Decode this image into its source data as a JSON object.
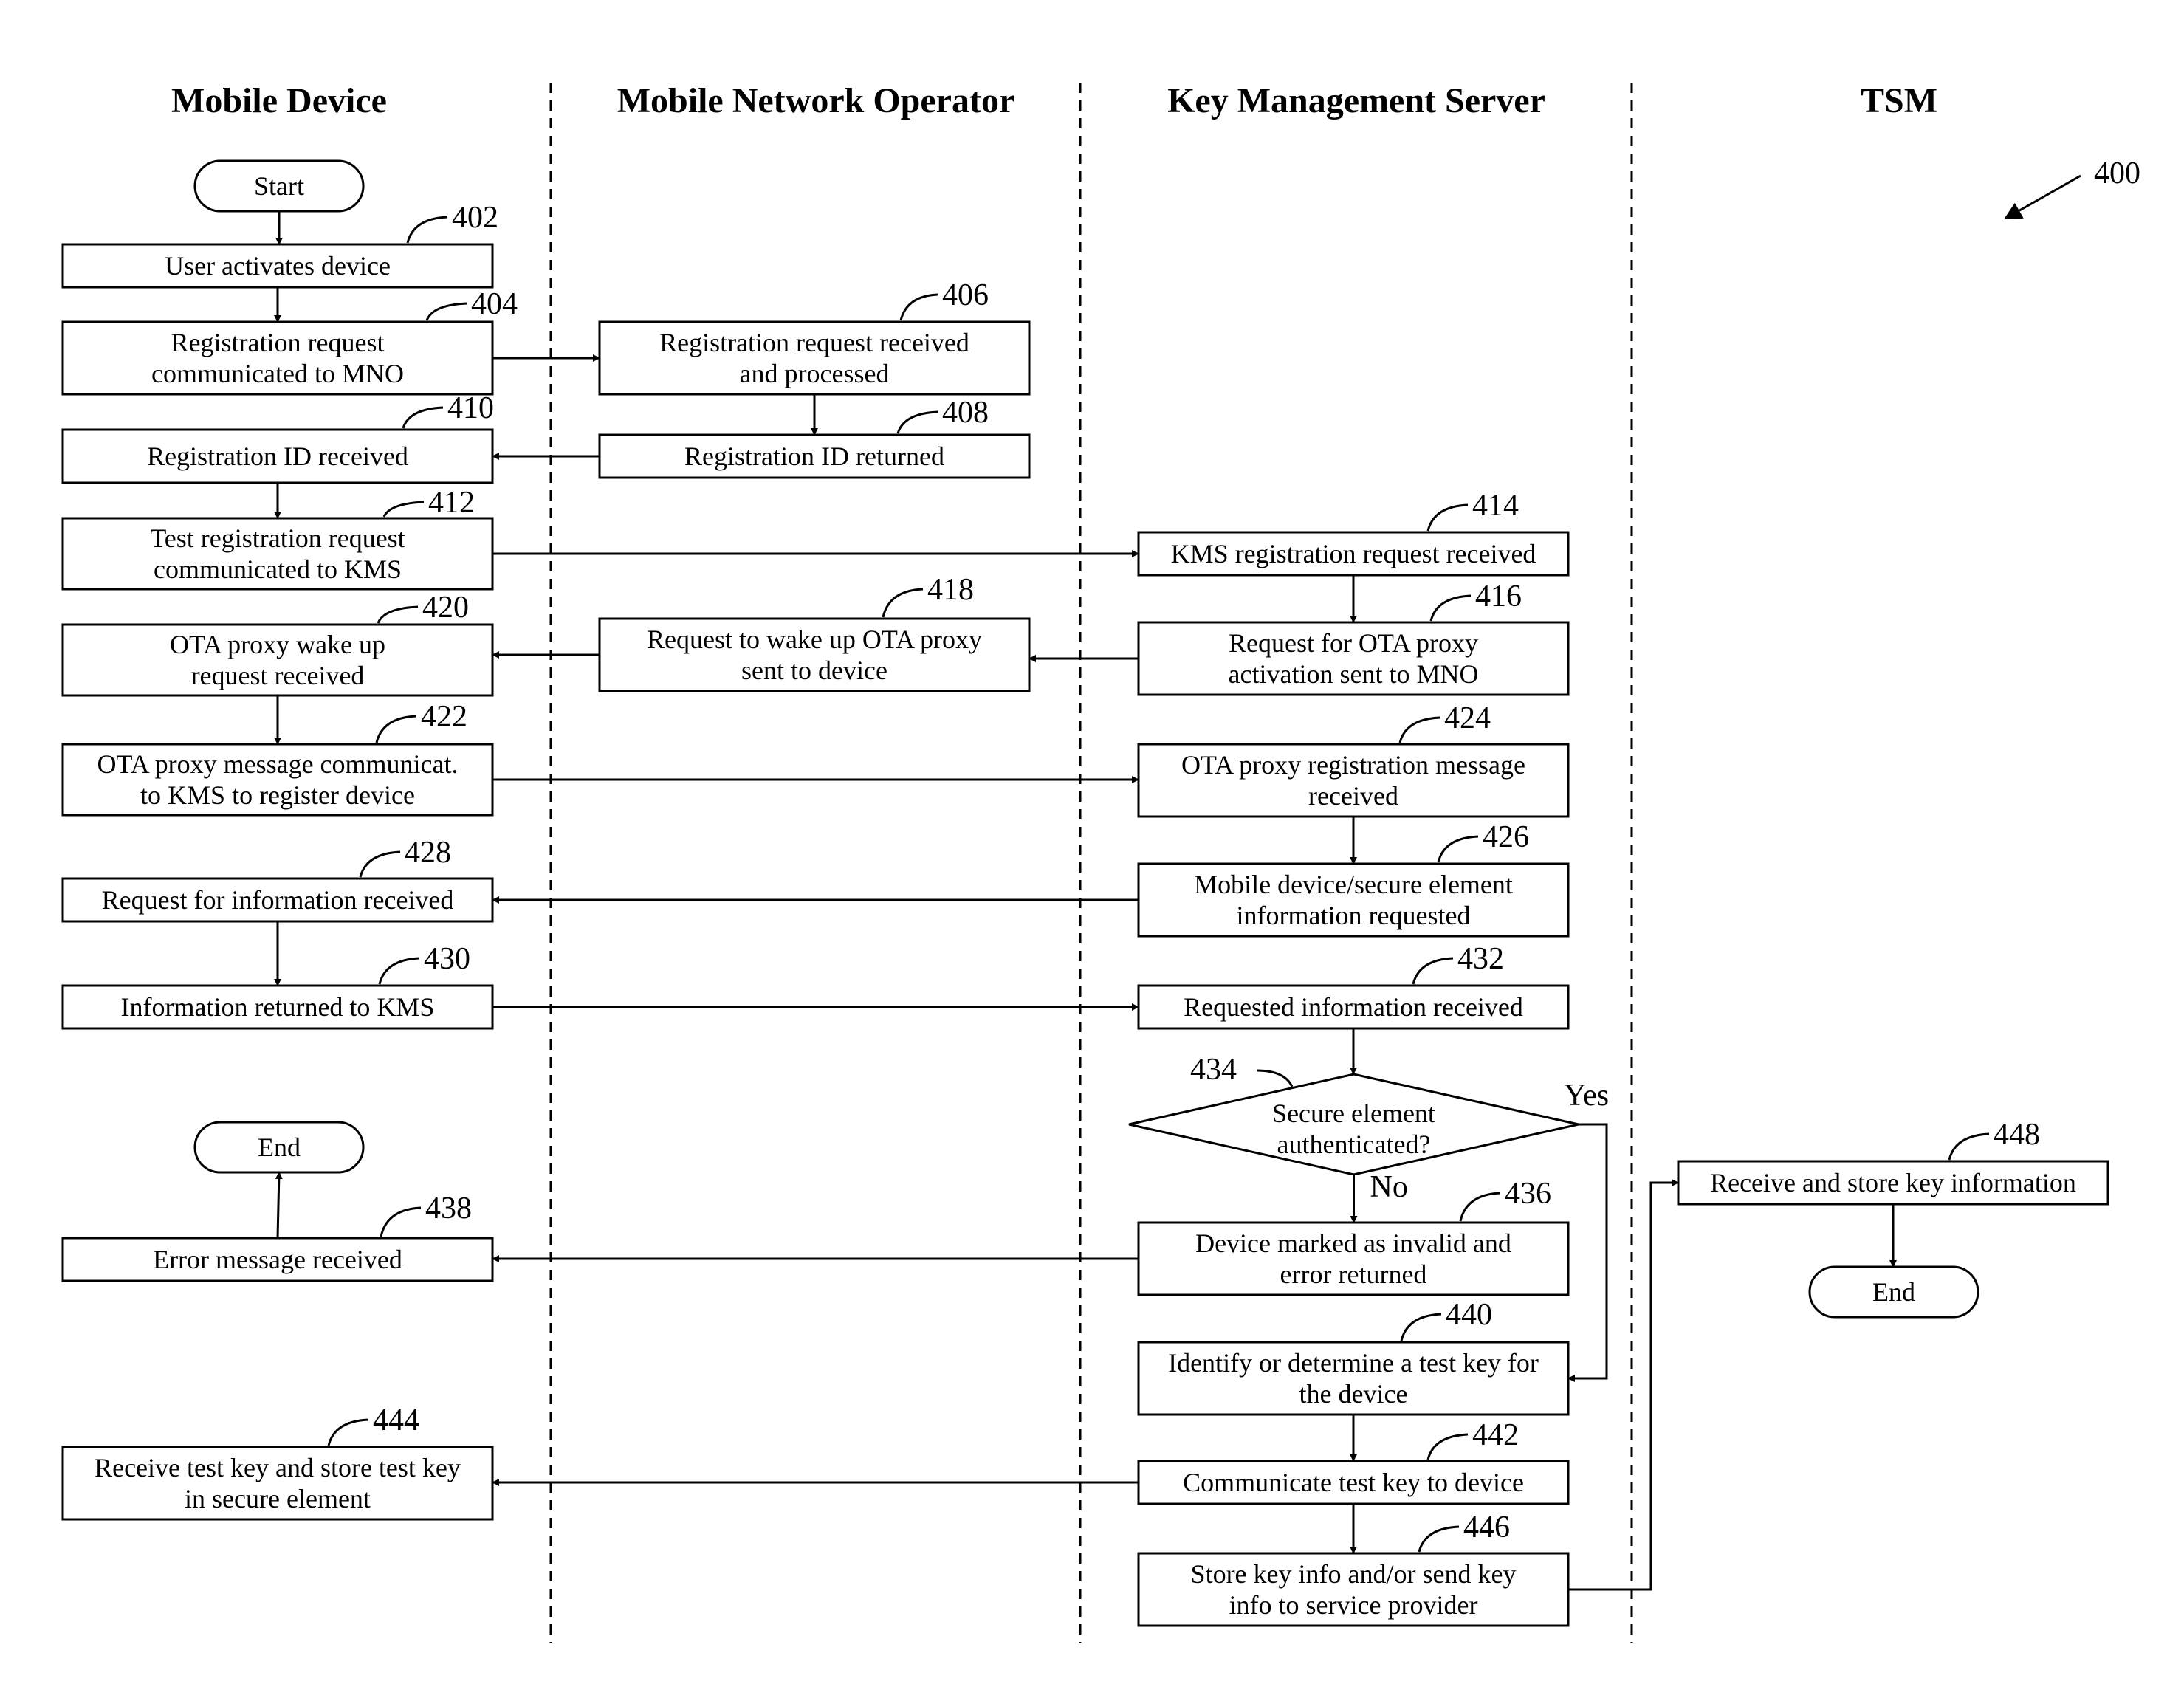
{
  "figure_number": "400",
  "lanes": [
    {
      "id": "mobile",
      "title": "Mobile Device"
    },
    {
      "id": "mno",
      "title": "Mobile Network Operator"
    },
    {
      "id": "kms",
      "title": "Key Management Server"
    },
    {
      "id": "tsm",
      "title": "TSM"
    }
  ],
  "nodes": [
    {
      "id": "start",
      "shape": "terminal",
      "lane": "mobile",
      "lines": [
        "Start"
      ],
      "ref": ""
    },
    {
      "id": "n402",
      "shape": "process",
      "lane": "mobile",
      "lines": [
        "User activates device"
      ],
      "ref": "402"
    },
    {
      "id": "n404",
      "shape": "process",
      "lane": "mobile",
      "lines": [
        "Registration request",
        "communicated to MNO"
      ],
      "ref": "404"
    },
    {
      "id": "n406",
      "shape": "process",
      "lane": "mno",
      "lines": [
        "Registration request received",
        "and processed"
      ],
      "ref": "406"
    },
    {
      "id": "n408",
      "shape": "process",
      "lane": "mno",
      "lines": [
        "Registration ID returned"
      ],
      "ref": "408"
    },
    {
      "id": "n410",
      "shape": "process",
      "lane": "mobile",
      "lines": [
        "Registration ID received"
      ],
      "ref": "410"
    },
    {
      "id": "n412",
      "shape": "process",
      "lane": "mobile",
      "lines": [
        "Test registration request",
        "communicated to KMS"
      ],
      "ref": "412"
    },
    {
      "id": "n414",
      "shape": "process",
      "lane": "kms",
      "lines": [
        "KMS registration request received"
      ],
      "ref": "414"
    },
    {
      "id": "n416",
      "shape": "process",
      "lane": "kms",
      "lines": [
        "Request for OTA proxy",
        "activation sent to MNO"
      ],
      "ref": "416"
    },
    {
      "id": "n418",
      "shape": "process",
      "lane": "mno",
      "lines": [
        "Request to wake up OTA proxy",
        "sent to device"
      ],
      "ref": "418"
    },
    {
      "id": "n420",
      "shape": "process",
      "lane": "mobile",
      "lines": [
        "OTA proxy wake up",
        "request received"
      ],
      "ref": "420"
    },
    {
      "id": "n422",
      "shape": "process",
      "lane": "mobile",
      "lines": [
        "OTA proxy message communicat.",
        "to KMS to register device"
      ],
      "ref": "422"
    },
    {
      "id": "n424",
      "shape": "process",
      "lane": "kms",
      "lines": [
        "OTA proxy registration message",
        "received"
      ],
      "ref": "424"
    },
    {
      "id": "n426",
      "shape": "process",
      "lane": "kms",
      "lines": [
        "Mobile device/secure element",
        "information requested"
      ],
      "ref": "426"
    },
    {
      "id": "n428",
      "shape": "process",
      "lane": "mobile",
      "lines": [
        "Request for information received"
      ],
      "ref": "428"
    },
    {
      "id": "n430",
      "shape": "process",
      "lane": "mobile",
      "lines": [
        "Information returned to KMS"
      ],
      "ref": "430"
    },
    {
      "id": "n432",
      "shape": "process",
      "lane": "kms",
      "lines": [
        "Requested information received"
      ],
      "ref": "432"
    },
    {
      "id": "n434",
      "shape": "decision",
      "lane": "kms",
      "lines": [
        "Secure element",
        "authenticated?"
      ],
      "ref": "434"
    },
    {
      "id": "n436",
      "shape": "process",
      "lane": "kms",
      "lines": [
        "Device marked as invalid and",
        "error returned"
      ],
      "ref": "436"
    },
    {
      "id": "n438",
      "shape": "process",
      "lane": "mobile",
      "lines": [
        "Error message received"
      ],
      "ref": "438"
    },
    {
      "id": "end1",
      "shape": "terminal",
      "lane": "mobile",
      "lines": [
        "End"
      ],
      "ref": ""
    },
    {
      "id": "n440",
      "shape": "process",
      "lane": "kms",
      "lines": [
        "Identify or determine a test key for",
        "the device"
      ],
      "ref": "440"
    },
    {
      "id": "n442",
      "shape": "process",
      "lane": "kms",
      "lines": [
        "Communicate test key to device"
      ],
      "ref": "442"
    },
    {
      "id": "n444",
      "shape": "process",
      "lane": "mobile",
      "lines": [
        "Receive test key and store test key",
        "in secure element"
      ],
      "ref": "444"
    },
    {
      "id": "n446",
      "shape": "process",
      "lane": "kms",
      "lines": [
        "Store key info and/or send key",
        "info to service provider"
      ],
      "ref": "446"
    },
    {
      "id": "n448",
      "shape": "process",
      "lane": "tsm",
      "lines": [
        "Receive and store key information"
      ],
      "ref": "448"
    },
    {
      "id": "end2",
      "shape": "terminal",
      "lane": "tsm",
      "lines": [
        "End"
      ],
      "ref": ""
    }
  ],
  "edges": [
    {
      "from": "start",
      "to": "n402",
      "label": ""
    },
    {
      "from": "n402",
      "to": "n404",
      "label": ""
    },
    {
      "from": "n404",
      "to": "n406",
      "label": ""
    },
    {
      "from": "n406",
      "to": "n408",
      "label": ""
    },
    {
      "from": "n408",
      "to": "n410",
      "label": ""
    },
    {
      "from": "n410",
      "to": "n412",
      "label": ""
    },
    {
      "from": "n412",
      "to": "n414",
      "label": ""
    },
    {
      "from": "n414",
      "to": "n416",
      "label": ""
    },
    {
      "from": "n416",
      "to": "n418",
      "label": ""
    },
    {
      "from": "n418",
      "to": "n420",
      "label": ""
    },
    {
      "from": "n420",
      "to": "n422",
      "label": ""
    },
    {
      "from": "n422",
      "to": "n424",
      "label": ""
    },
    {
      "from": "n424",
      "to": "n426",
      "label": ""
    },
    {
      "from": "n426",
      "to": "n428",
      "label": ""
    },
    {
      "from": "n428",
      "to": "n430",
      "label": ""
    },
    {
      "from": "n430",
      "to": "n432",
      "label": ""
    },
    {
      "from": "n432",
      "to": "n434",
      "label": ""
    },
    {
      "from": "n434",
      "to": "n436",
      "label": "No"
    },
    {
      "from": "n434",
      "to": "n440",
      "label": "Yes"
    },
    {
      "from": "n436",
      "to": "n438",
      "label": ""
    },
    {
      "from": "n438",
      "to": "end1",
      "label": ""
    },
    {
      "from": "n440",
      "to": "n442",
      "label": ""
    },
    {
      "from": "n442",
      "to": "n444",
      "label": ""
    },
    {
      "from": "n442",
      "to": "n446",
      "label": ""
    },
    {
      "from": "n446",
      "to": "n448",
      "label": ""
    },
    {
      "from": "n448",
      "to": "end2",
      "label": ""
    }
  ]
}
